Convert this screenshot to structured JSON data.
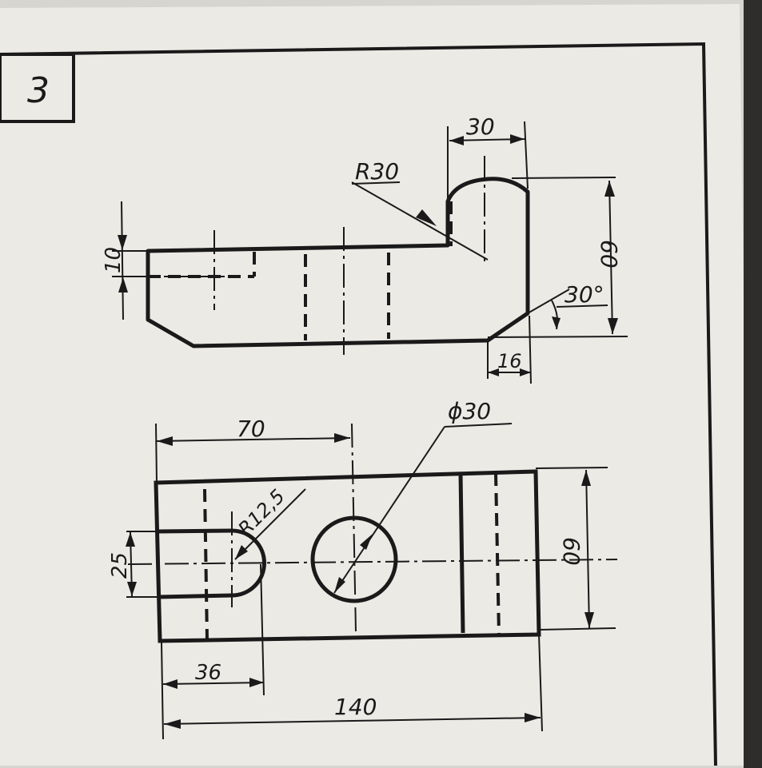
{
  "sheet": {
    "number": "3"
  },
  "top_view": {
    "dim_30": "30",
    "dim_r30": "R30",
    "dim_60": "60",
    "dim_10": "10",
    "dim_30deg": "30°",
    "dim_16": "16"
  },
  "bottom_view": {
    "dim_70": "70",
    "dim_phi30": "ϕ30",
    "dim_r125": "R12,5",
    "dim_25": "25",
    "dim_60": "60",
    "dim_36": "36",
    "dim_140": "140"
  },
  "colors": {
    "ink": "#1a1a1a",
    "paper": "#eceae5",
    "background": "#2f2d2b"
  }
}
